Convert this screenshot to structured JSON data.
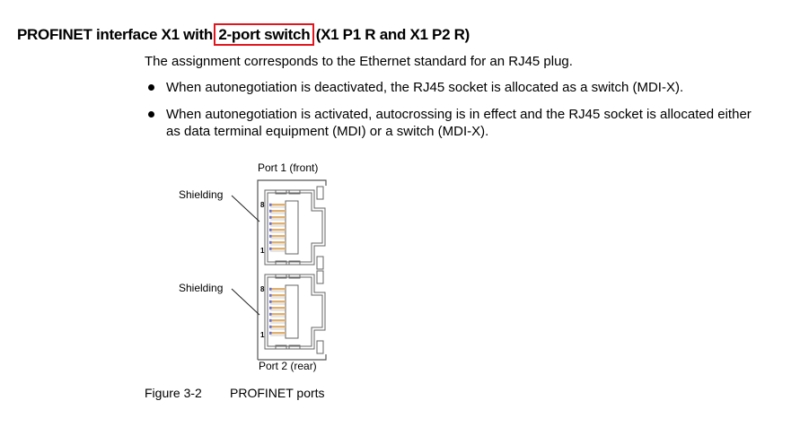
{
  "heading": {
    "prefix": "PROFINET interface X1 with ",
    "highlight": "2-port switch",
    "suffix": " (X1 P1 R and X1 P2 R)",
    "highlight_color": "#e0161f"
  },
  "intro": "The assignment corresponds to the Ethernet standard for an RJ45 plug.",
  "bullets": [
    "When autonegotiation is deactivated, the RJ45 socket is allocated as a switch (MDI-X).",
    "When autonegotiation is activated, autocrossing is in effect and the RJ45 socket is allocated either as data terminal equipment (MDI) or a switch (MDI-X)."
  ],
  "figure": {
    "top_label": "Port 1 (front)",
    "bottom_label": "Port 2 (rear)",
    "ports": [
      {
        "shield_label": "Shielding",
        "pin_high": "8",
        "pin_low": "1"
      },
      {
        "shield_label": "Shielding",
        "pin_high": "8",
        "pin_low": "1"
      }
    ],
    "pin_color": "#e0b070",
    "pin_accent_color": "#6a70c8"
  },
  "caption": {
    "number": "Figure 3-2",
    "title": "PROFINET ports"
  }
}
